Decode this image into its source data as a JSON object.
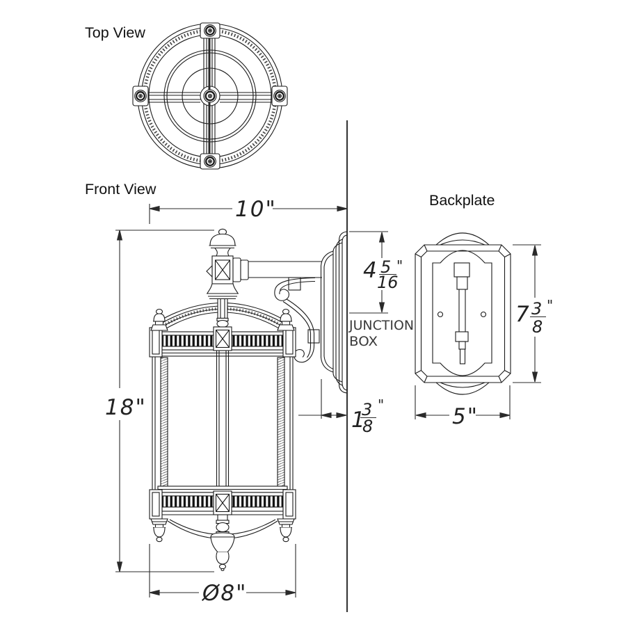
{
  "labels": {
    "top_view": "Top View",
    "front_view": "Front View",
    "backplate": "Backplate"
  },
  "annotations": {
    "junction_box_line1": "JUNCTION",
    "junction_box_line2": "BOX"
  },
  "dimensions": {
    "width": "10\"",
    "height": "18\"",
    "diameter": "Ø8\"",
    "backplate_width": "5\"",
    "top_to_junction": {
      "whole": "4",
      "num": "5",
      "den": "16",
      "unit": "\""
    },
    "backplate_depth": {
      "whole": "1",
      "num": "3",
      "den": "8",
      "unit": "\""
    },
    "backplate_height": {
      "whole": "7",
      "num": "3",
      "den": "8",
      "unit": "\""
    }
  },
  "colors": {
    "line": "#1a1a1a",
    "dimension": "#2a2a2a",
    "background": "#ffffff"
  }
}
